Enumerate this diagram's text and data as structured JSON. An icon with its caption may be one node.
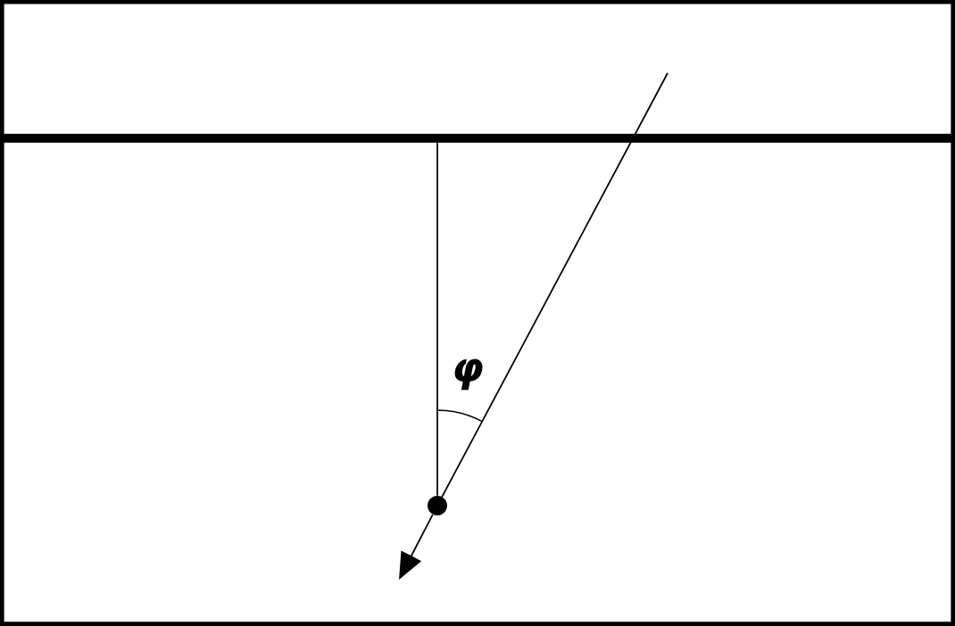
{
  "diagram": {
    "nodes": [
      {
        "text": [],
        "shape": "bar"
      },
      {
        "text": [],
        "shape": "circle"
      }
    ],
    "edges": [
      {
        "from": 0,
        "to": 1,
        "arrow": "none"
      },
      {
        "from": 1,
        "to": null,
        "arrow": "to"
      }
    ],
    "labels": [
      "φ"
    ]
  }
}
